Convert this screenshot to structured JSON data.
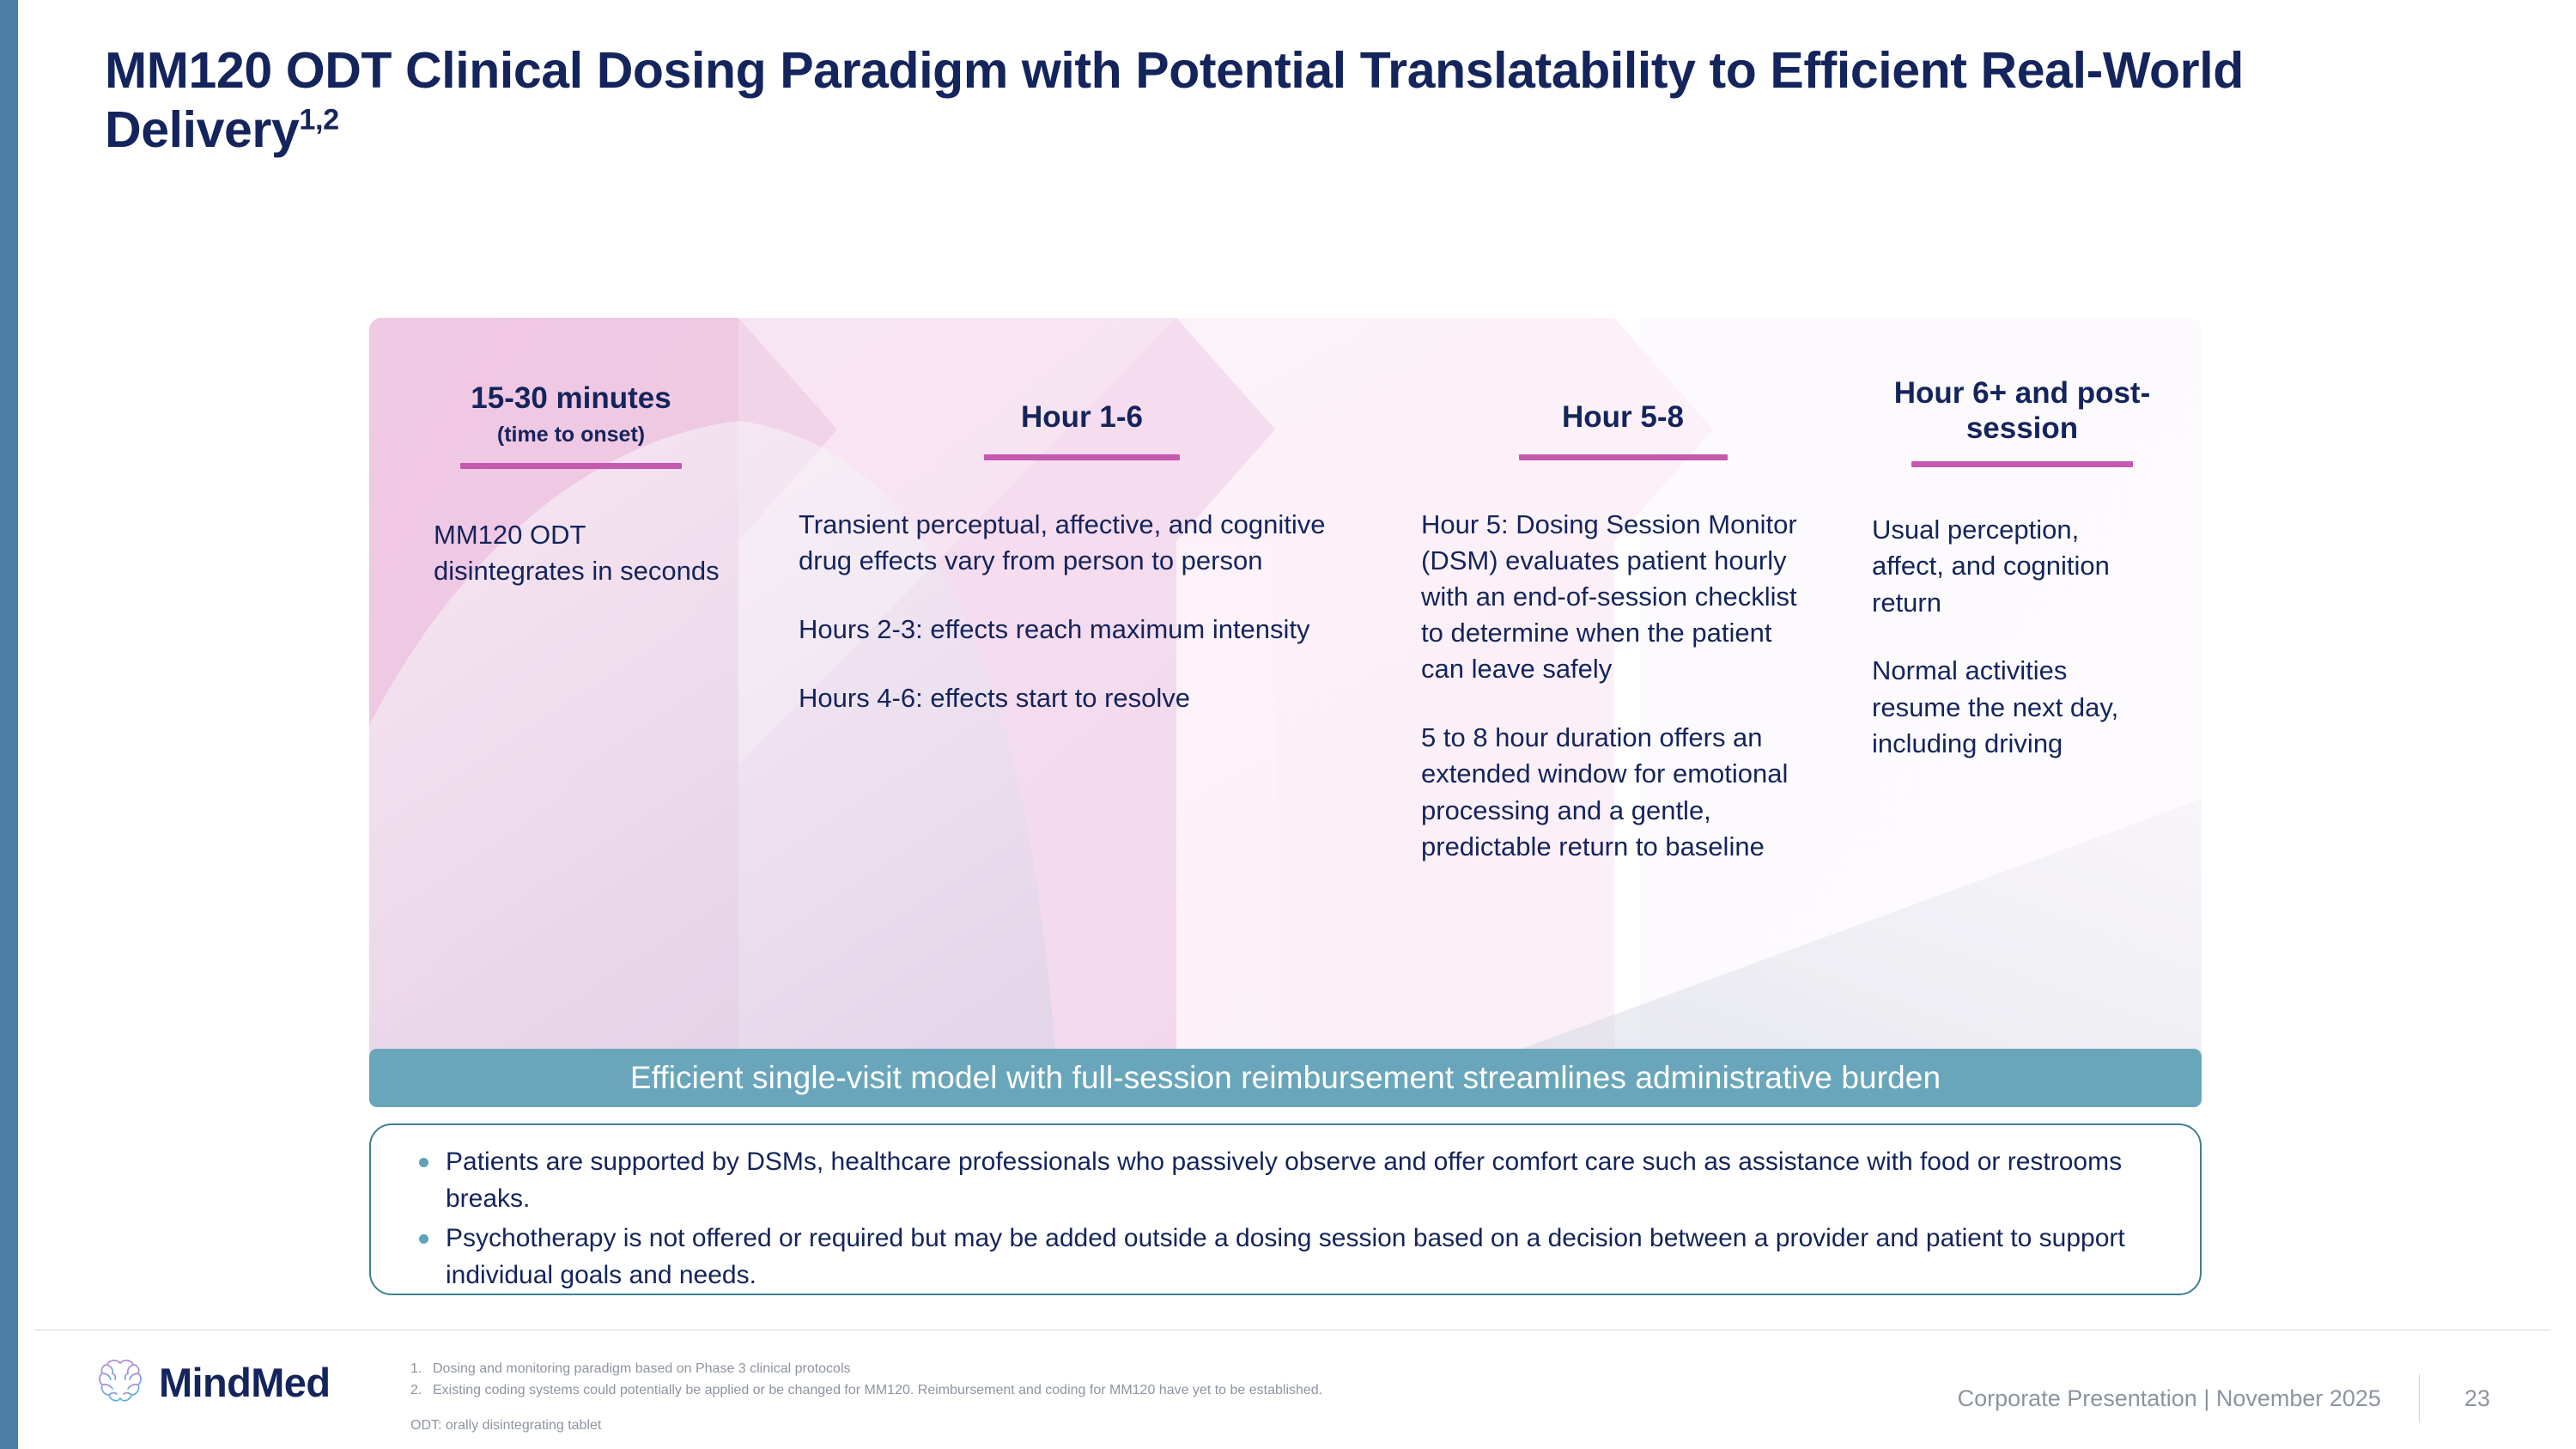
{
  "title": {
    "line1": "MM120 ODT Clinical Dosing Paradigm with Potential Translatability to",
    "line2": "Efficient Real-World Delivery",
    "superscript": "1,2"
  },
  "colors": {
    "navy": "#14245c",
    "edge_strip": "#4a7ea4",
    "rule_magenta": "#c559ae",
    "banner_teal": "#6aa6bb",
    "bullet_dot": "#5fa3bb",
    "box_border": "#3d7f94",
    "panel1": "#efc8e3",
    "panel2": "#f6dcee",
    "panel3": "#fdf2f9",
    "panel4": "#fdfbfc",
    "footer_gray": "#8d949f"
  },
  "diagram": {
    "panels": [
      {
        "heading": "15-30 minutes",
        "subheading": "(time to onset)",
        "body": [
          "MM120 ODT disintegrates in seconds"
        ]
      },
      {
        "heading": "Hour 1-6",
        "subheading": "",
        "body": [
          "Transient perceptual, affective, and cognitive drug effects vary from person to person",
          "Hours 2-3: effects reach maximum intensity",
          "Hours 4-6: effects start to resolve"
        ]
      },
      {
        "heading": "Hour 5-8",
        "subheading": "",
        "body": [
          "Hour 5: Dosing Session Monitor (DSM) evaluates patient hourly with an end-of-session checklist to determine when the patient can leave safely",
          "5 to 8 hour duration offers an extended window for emotional processing and a gentle, predictable return to baseline"
        ]
      },
      {
        "heading": "Hour 6+ and post-session",
        "subheading": "",
        "body": [
          "Usual perception, affect, and cognition return",
          "Normal activities resume the next day, including driving"
        ]
      }
    ]
  },
  "banner": {
    "text": "Efficient single-visit model with full-session reimbursement streamlines administrative burden"
  },
  "bullets": [
    "Patients are supported by DSMs, healthcare professionals who passively observe and offer comfort care such as assistance with food or restrooms breaks.",
    "Psychotherapy is not offered or required but may be added outside a dosing session based on a decision between a provider and patient to support individual goals and needs."
  ],
  "footer": {
    "logo_text": "MindMed",
    "footnotes": [
      {
        "num": "1.",
        "text": "Dosing and monitoring paradigm based on Phase 3 clinical protocols"
      },
      {
        "num": "2.",
        "text": "Existing coding systems could potentially be applied or be changed for MM120. Reimbursement and coding for MM120 have yet to be established."
      }
    ],
    "abbreviation": "ODT: orally disintegrating tablet",
    "presentation_label": "Corporate Presentation | November 2025",
    "page_number": "23"
  }
}
